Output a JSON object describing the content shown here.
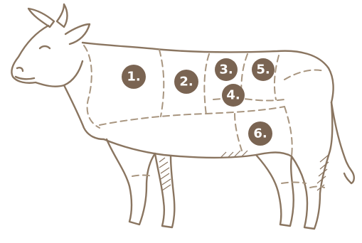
{
  "colors": {
    "outline": "#8a7560",
    "cut_lines": "#a8957f",
    "badge_fill": "#7a6452",
    "badge_text": "#ffffff",
    "background": "#ffffff"
  },
  "cuts": [
    {
      "label": "1."
    },
    {
      "label": "2."
    },
    {
      "label": "3."
    },
    {
      "label": "4."
    },
    {
      "label": "5."
    },
    {
      "label": "6."
    }
  ]
}
